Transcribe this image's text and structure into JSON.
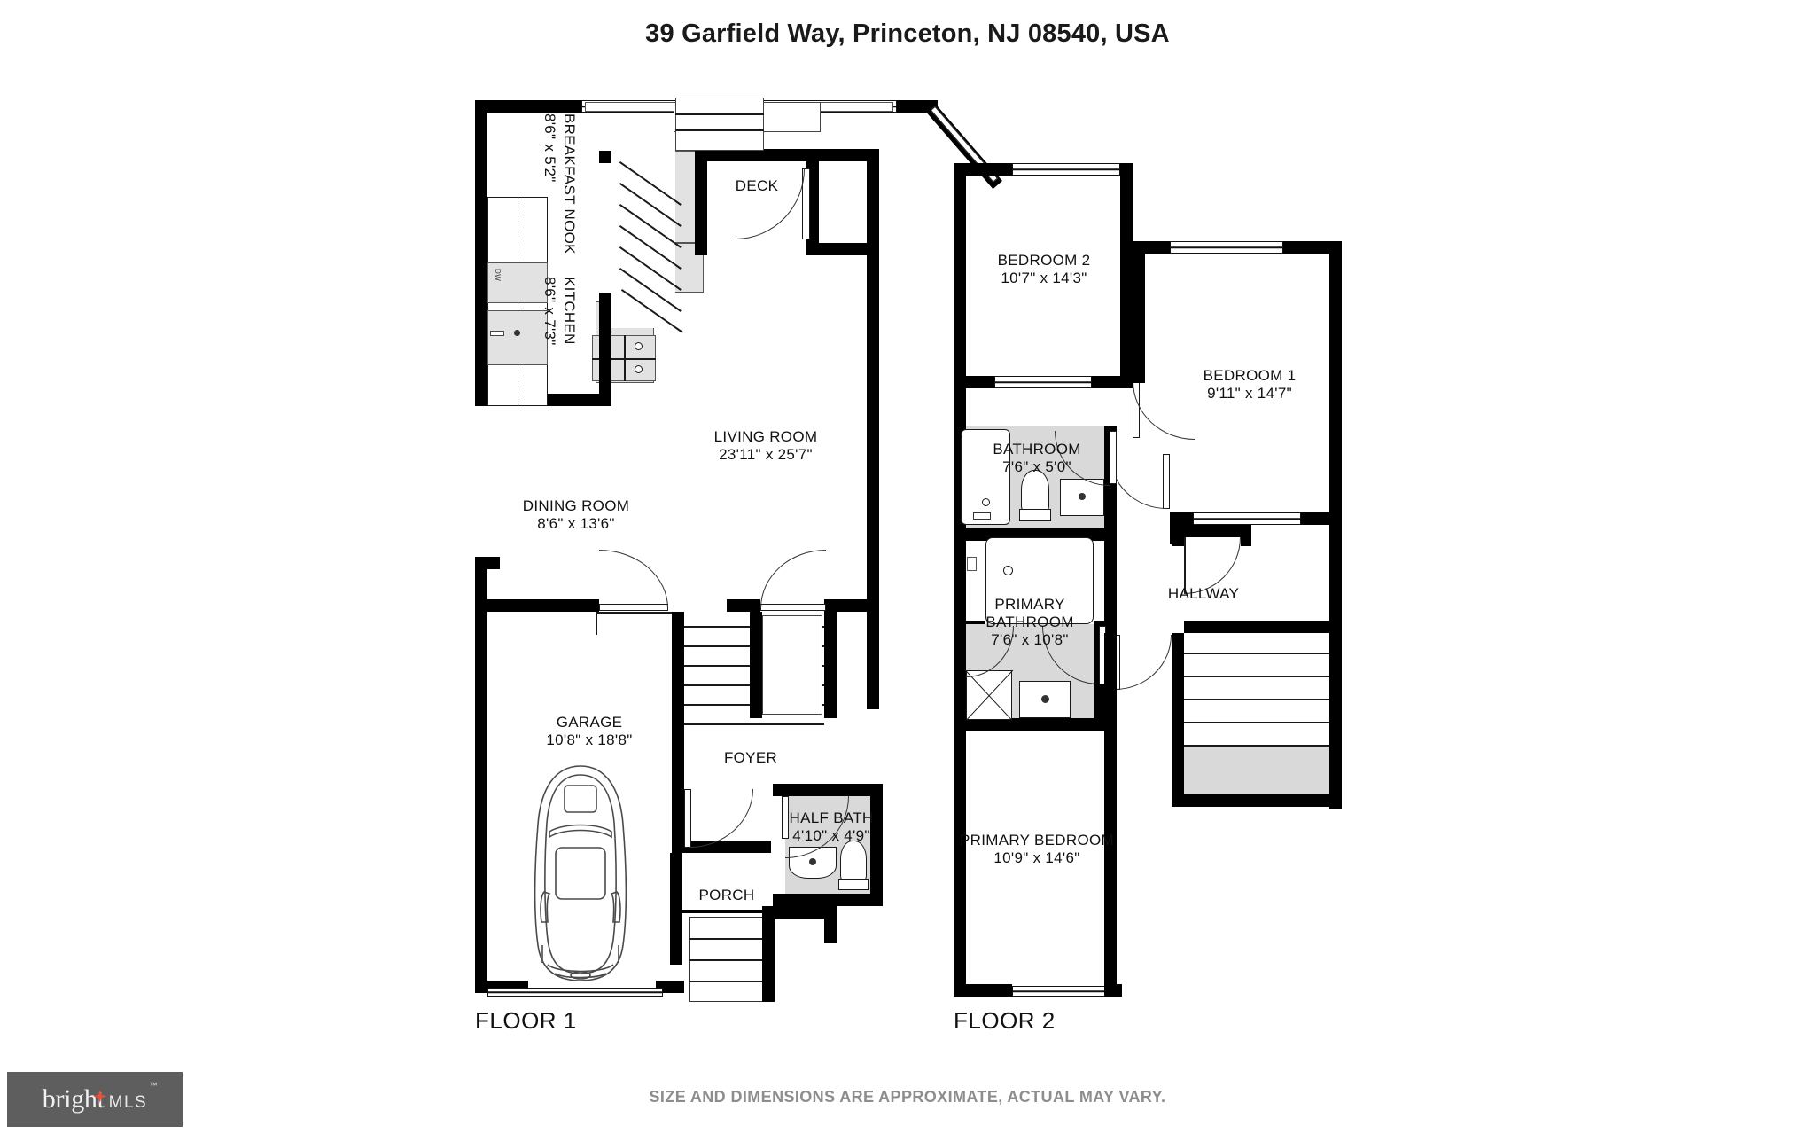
{
  "title": "39 Garfield Way, Princeton, NJ 08540, USA",
  "floors": [
    {
      "key": "floor1",
      "label": "FLOOR 1"
    },
    {
      "key": "floor2",
      "label": "FLOOR 2"
    }
  ],
  "floor1": {
    "label": "FLOOR 1",
    "rooms": [
      {
        "id": "breakfast-nook",
        "name": "BREAKFAST NOOK",
        "dimensions": "8'6\" x 5'2\""
      },
      {
        "id": "kitchen",
        "name": "KITCHEN",
        "dimensions": "8'6\" x 7'3\""
      },
      {
        "id": "deck",
        "name": "DECK",
        "dimensions": ""
      },
      {
        "id": "living-room",
        "name": "LIVING ROOM",
        "dimensions": "23'11\" x 25'7\""
      },
      {
        "id": "dining-room",
        "name": "DINING ROOM",
        "dimensions": "8'6\" x 13'6\""
      },
      {
        "id": "garage",
        "name": "GARAGE",
        "dimensions": "10'8\" x 18'8\""
      },
      {
        "id": "foyer",
        "name": "FOYER",
        "dimensions": ""
      },
      {
        "id": "half-bath",
        "name": "HALF BATH",
        "dimensions": "4'10\" x 4'9\""
      },
      {
        "id": "porch",
        "name": "PORCH",
        "dimensions": ""
      }
    ],
    "appliance_labels": [
      {
        "id": "dishwasher",
        "text": "DW"
      }
    ]
  },
  "floor2": {
    "label": "FLOOR 2",
    "rooms": [
      {
        "id": "bedroom-2",
        "name": "BEDROOM 2",
        "dimensions": "10'7\" x 14'3\""
      },
      {
        "id": "bedroom-1",
        "name": "BEDROOM 1",
        "dimensions": "9'11\" x 14'7\""
      },
      {
        "id": "bathroom",
        "name": "BATHROOM",
        "dimensions": "7'6\" x 5'0\""
      },
      {
        "id": "hallway",
        "name": "HALLWAY",
        "dimensions": ""
      },
      {
        "id": "primary-bathroom",
        "name": "PRIMARY BATHROOM",
        "dimensions": "7'6\" x 10'8\""
      },
      {
        "id": "primary-bedroom",
        "name": "PRIMARY BEDROOM",
        "dimensions": "10'9\" x 14'6\""
      }
    ]
  },
  "footer": {
    "logo_brand": "bright",
    "logo_suffix": "MLS",
    "logo_tm": "™",
    "disclaimer": "SIZE AND DIMENSIONS ARE APPROXIMATE, ACTUAL MAY VARY."
  },
  "colors": {
    "wall": "#000000",
    "tile_fill": "#d9d9d9",
    "logo_bg": "#5e5e5e",
    "logo_accent": "#e8503a",
    "disclaimer_text": "#8d8d8d",
    "page_bg": "#ffffff"
  }
}
